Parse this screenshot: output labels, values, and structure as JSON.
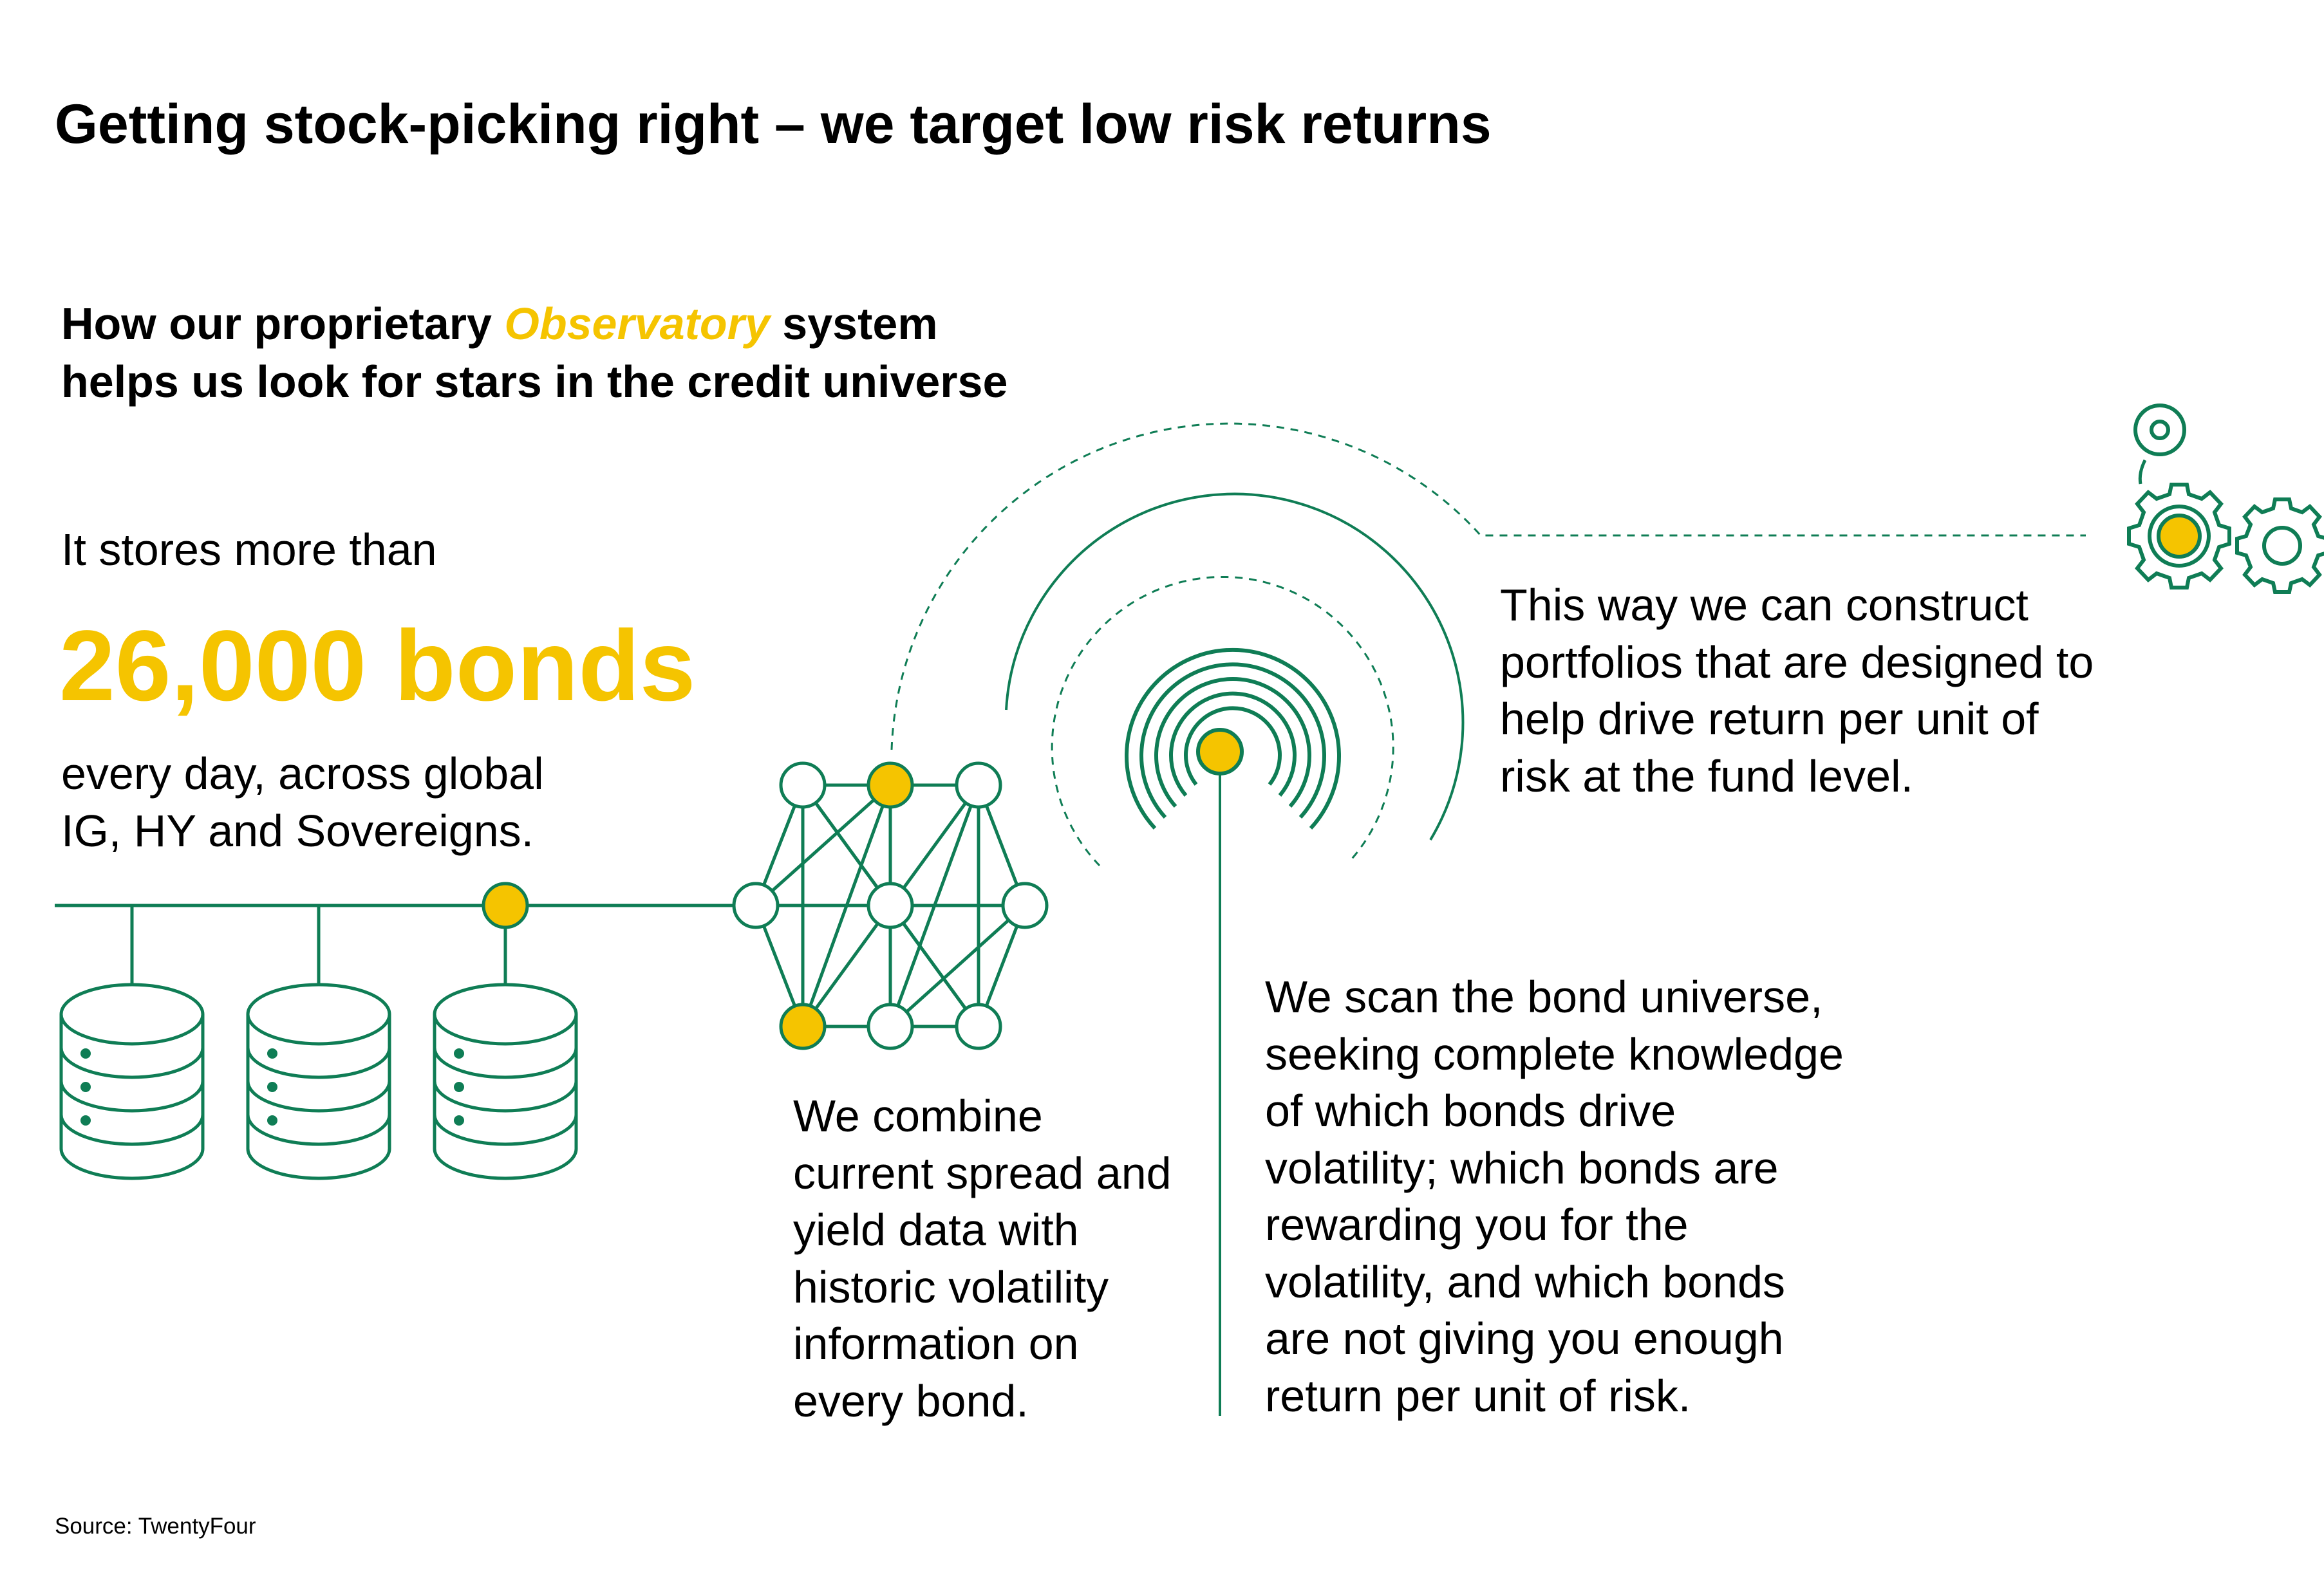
{
  "title": "Getting stock-picking right – we target low risk returns",
  "subtitle": {
    "line1_before": "How our proprietary ",
    "line1_highlight": "Observatory",
    "line1_after": " system",
    "line2": "helps us look for stars in the credit universe"
  },
  "stores_intro": "It stores more than",
  "bonds_figure": "26,000 bonds",
  "coverage_lines": [
    "every day, across global",
    "IG, HY and Sovereigns."
  ],
  "combine_lines": [
    "We combine",
    "current spread and",
    "yield data with",
    "historic volatility",
    "information on",
    "every bond."
  ],
  "scan_lines": [
    "We scan the bond universe,",
    "seeking complete knowledge",
    "of which bonds drive",
    "volatility; which bonds are",
    "rewarding you for the",
    "volatility, and which bonds",
    "are not giving you enough",
    "return per unit of risk."
  ],
  "portfolio_lines": [
    "This way we can construct",
    "portfolios that are designed to",
    "help drive return per unit of",
    "risk at the fund level."
  ],
  "source": "Source: TwentyFour",
  "colors": {
    "green": "#0f7d55",
    "yellow": "#f5c400",
    "text": "#000000"
  },
  "icons": [
    "database-icon",
    "network-node-icon",
    "signal-radar-icon",
    "gear-icon",
    "target-icon"
  ]
}
